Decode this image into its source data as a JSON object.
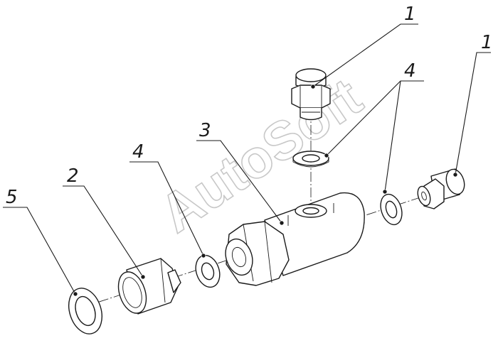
{
  "watermark": "AutoSoft",
  "callouts": [
    {
      "id": "c1a",
      "label": "1"
    },
    {
      "id": "c1b",
      "label": "1"
    },
    {
      "id": "c2",
      "label": "2"
    },
    {
      "id": "c3",
      "label": "3"
    },
    {
      "id": "c4a",
      "label": "4"
    },
    {
      "id": "c4b",
      "label": "4"
    },
    {
      "id": "c5",
      "label": "5"
    }
  ],
  "colors": {
    "line": "#1a1a1a",
    "watermark": "#c8c8c8",
    "background": "#ffffff"
  }
}
